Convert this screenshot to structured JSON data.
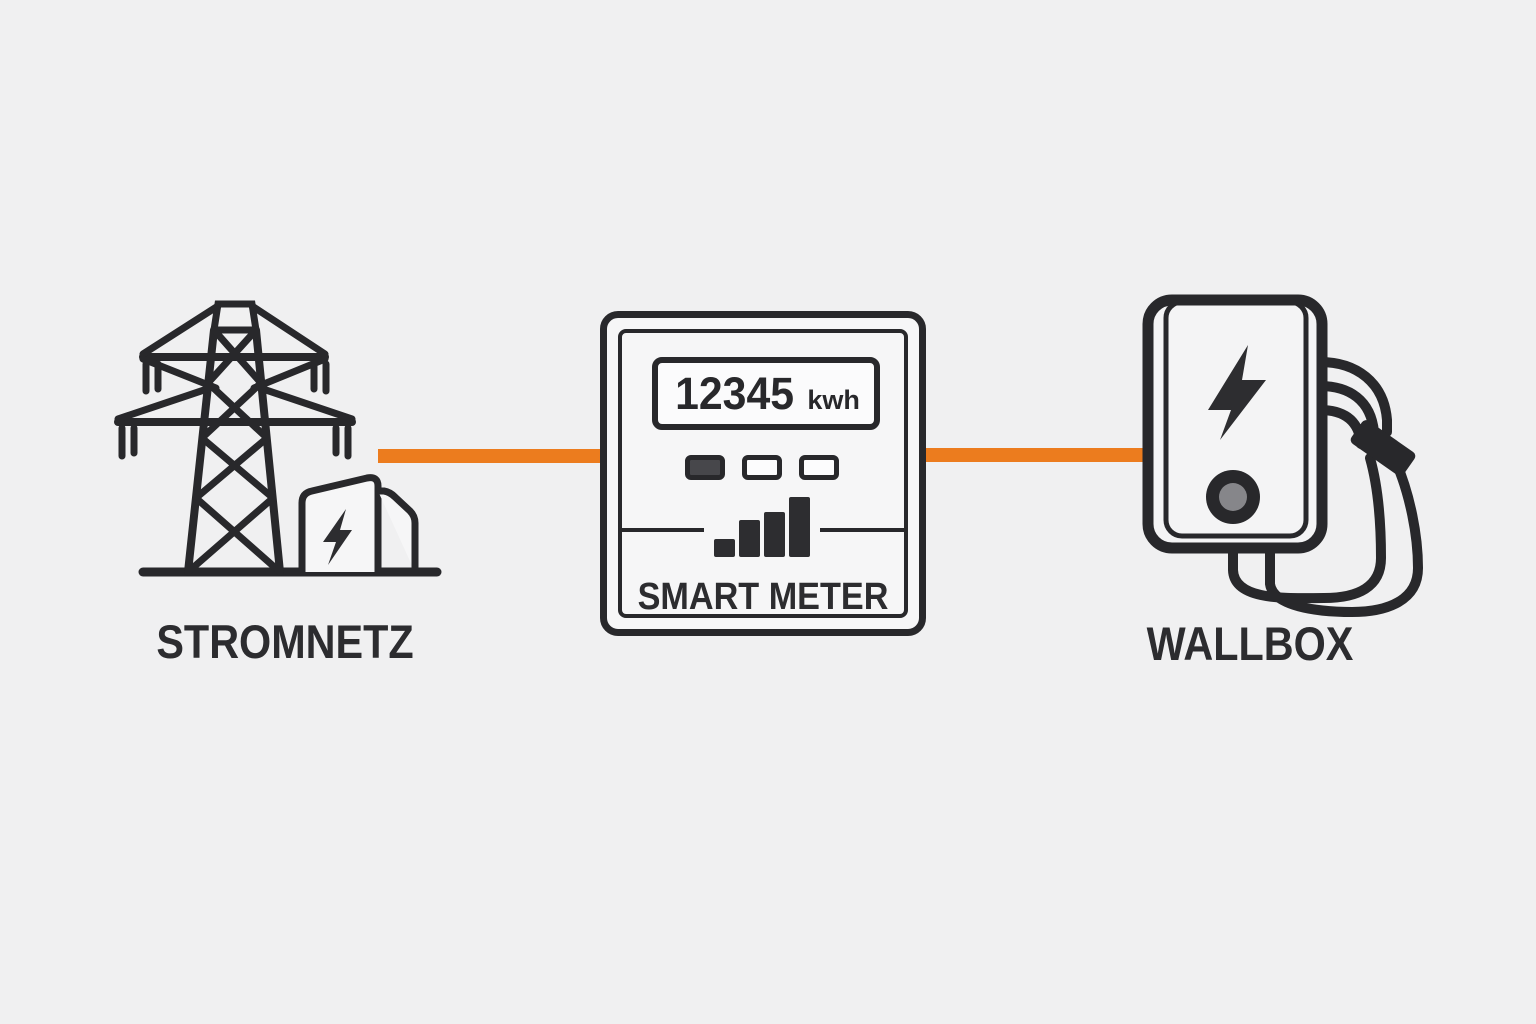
{
  "diagram": {
    "title": "Stromnetz - Smart Meter - Wallbox energy flow",
    "colors": {
      "background": "#f0f0f1",
      "stroke": "#28282b",
      "accent_orange": "#ec7c1e",
      "device_face": "#f6f6f7",
      "knob_gray": "#86868a"
    },
    "nodes": [
      {
        "id": "stromnetz",
        "label": "STROMNETZ",
        "icon": "transmission-tower-and-substation"
      },
      {
        "id": "smart_meter",
        "label": "SMART METER",
        "icon": "smart-meter",
        "display": {
          "value": "12345",
          "unit": "kwh"
        },
        "indicator_lights": {
          "count": 3,
          "active_index": 0
        },
        "signal_bars": 4
      },
      {
        "id": "wallbox",
        "label": "WALLBOX",
        "icon": "ev-wallbox-charger"
      }
    ],
    "connections": [
      {
        "from": "stromnetz",
        "to": "smart_meter",
        "style": "orange-line"
      },
      {
        "from": "smart_meter",
        "to": "wallbox",
        "style": "orange-line"
      }
    ]
  }
}
